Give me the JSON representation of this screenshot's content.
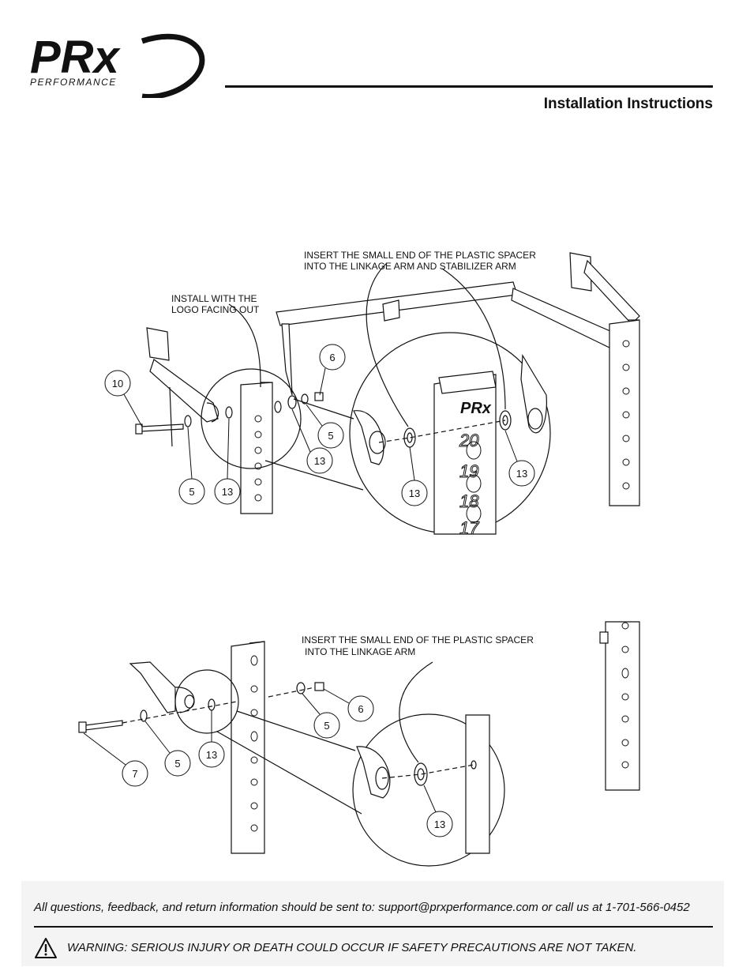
{
  "header": {
    "logo_text": "PRx",
    "logo_subtext": "PERFORMANCE",
    "title": "Installation Instructions"
  },
  "diagram1": {
    "note_spacer": [
      "INSERT THE SMALL END OF THE PLASTIC SPACER",
      "INTO THE LINKAGE ARM AND STABILIZER ARM"
    ],
    "note_logo": [
      "INSTALL WITH THE",
      "LOGO FACING OUT"
    ],
    "callouts": [
      "10",
      "6",
      "5",
      "13",
      "5",
      "13",
      "13",
      "13"
    ],
    "upright_numbers": [
      "20",
      "19",
      "18",
      "17"
    ]
  },
  "diagram2": {
    "note_spacer": [
      "INSERT THE SMALL END OF THE PLASTIC SPACER",
      "INTO THE LINKAGE ARM"
    ],
    "callouts": [
      "6",
      "5",
      "13",
      "5",
      "7",
      "13"
    ]
  },
  "footer": {
    "contact": "All questions, feedback, and return information should be sent to: support@prxperformance.com or call us at 1-701-566-0452",
    "warning": "WARNING: SERIOUS INJURY OR DEATH COULD OCCUR IF SAFETY PRECAUTIONS ARE NOT TAKEN."
  }
}
